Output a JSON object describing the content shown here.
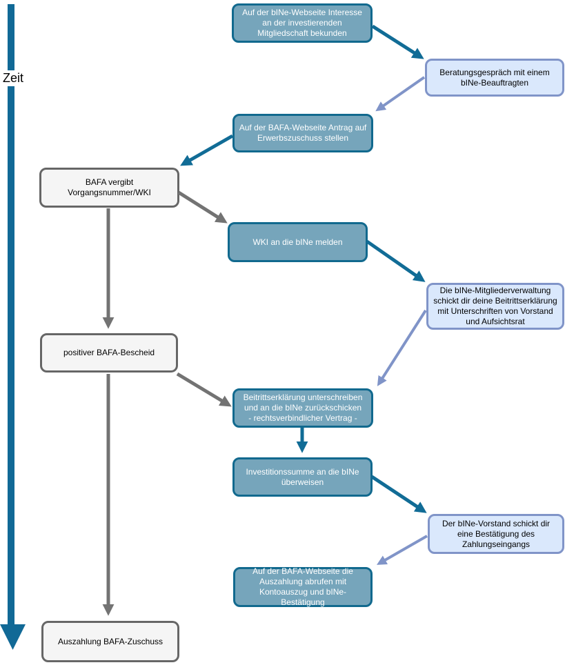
{
  "diagram": {
    "timeline_label": "Zeit",
    "colors": {
      "teal_fill": "#76A5BB",
      "teal_border": "#11698E",
      "teal_arrow": "#116C96",
      "blue_fill": "#DAE8FC",
      "blue_border": "#8094C8",
      "blue_arrow": "#8094C8",
      "plain_fill": "#F5F5F5",
      "plain_border": "#666666",
      "gray_arrow": "#737373"
    },
    "nodes": [
      {
        "id": "interest",
        "type": "teal",
        "text": "Auf der bINe-Webseite Interesse an der investierenden Mitgliedschaft bekunden"
      },
      {
        "id": "consultation",
        "type": "blue",
        "text": "Beratungsgespräch mit einem bINe-Beauftragten"
      },
      {
        "id": "bafa-application",
        "type": "teal",
        "text": "Auf der BAFA-Webseite Antrag auf Erwerbszuschuss stellen"
      },
      {
        "id": "bafa-number",
        "type": "plain",
        "text": "BAFA vergibt Vorgangsnummer/WKI"
      },
      {
        "id": "report-wki",
        "type": "teal",
        "text": "WKI an die bINe melden"
      },
      {
        "id": "membership-declaration",
        "type": "blue",
        "text": "Die bINe-Mitgliederverwaltung schickt dir deine Beitrittserklärung mit Unterschriften von Vorstand und Aufsichtsrat"
      },
      {
        "id": "bafa-approval",
        "type": "plain",
        "text": "positiver BAFA-Bescheid"
      },
      {
        "id": "sign-and-return",
        "type": "teal",
        "text": "Beitrittserklärung unterschreiben und an die bINe zurückschicken\n- rechtsverbindlicher Vertrag -"
      },
      {
        "id": "transfer-investment",
        "type": "teal",
        "text": "Investitionssumme an die bINe überweisen"
      },
      {
        "id": "payment-confirmation",
        "type": "blue",
        "text": "Der bINe-Vorstand schickt dir eine Bestätigung des Zahlungseingangs"
      },
      {
        "id": "request-payout",
        "type": "teal",
        "text": "Auf der BAFA-Webseite die Auszahlung abrufen mit Kontoauszug und bINe-Bestätigung"
      },
      {
        "id": "payout",
        "type": "plain",
        "text": "Auszahlung BAFA-Zuschuss"
      }
    ]
  }
}
